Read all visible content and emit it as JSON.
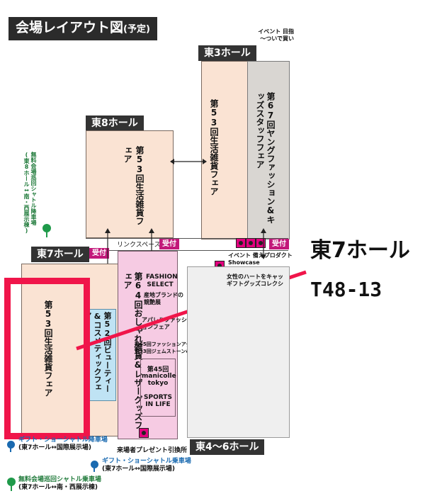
{
  "title": {
    "main": "会場レイアウト図",
    "sub": "(予定)"
  },
  "halls": {
    "east3": "東3ホール",
    "east8": "東8ホール",
    "east7": "東7ホール",
    "east4_6": "東4〜6ホール"
  },
  "exhibits": {
    "east3_left": "第53回生活雑貨フェア",
    "east3_right": "第67回ヤングファッション&キッズスタッフフェア",
    "east8": "第53回生活雑貨フェア",
    "east7_main": "第53回生活雑貨フェア",
    "beauty": "第52回ビューティー&コスメティックフェア",
    "oshare": "第64回おしゃれ雑貨&レザーグッズフェア",
    "fashion_select": "FASHION SELECT",
    "regional_brand": "産地ブランドの競艶展",
    "apparel": "アパレルファッションフェア",
    "accessory_65": "第65回ファッションアクセサリーフェア",
    "jewelry_33": "第33回ジェムストーン&ファインジュエリーフェア",
    "manicolle_num": "第45回",
    "manicolle_name": "manicolle tokyo",
    "sports": "SPORTS IN LIFE"
  },
  "labels": {
    "link_space": "リンクスペース",
    "reception": "受付",
    "event_buy": "イベント 目指",
    "event_buy2": "〜ついで買い",
    "event_product": "イベント 備えプロダクト",
    "showcase": "Showcase",
    "gift_goods": "女性のハートをキャッ",
    "gift_goods2": "ギフトグッズコレクシ",
    "visitor_gift": "来場者プレゼント引換所",
    "shuttle_vertical": "無料会場巡回シャトル降車場(東8ホール↔南・西展示棟)",
    "gift_shuttle_drop": "ギフト・ショーシャトル降車場",
    "gift_shuttle_drop_route": "(東7ホール↔国際展示場)",
    "gift_shuttle_board": "ギフト・ショーシャトル乗車場",
    "gift_shuttle_board_route": "(東7ホール↔国際展示場)",
    "free_shuttle_board": "無料会場巡回シャトル乗車場",
    "free_shuttle_board_route": "(東7ホール↔南・西展示棟)"
  },
  "callout": {
    "hall": "東7ホール",
    "booth": "T48-13"
  },
  "colors": {
    "highlight": "#f0154a",
    "accent_pink": "#c2187a",
    "peach": "#fae3d3",
    "pink": "#f6cbe3",
    "gray": "#d9d6d2",
    "blue": "#bfe3f4"
  }
}
